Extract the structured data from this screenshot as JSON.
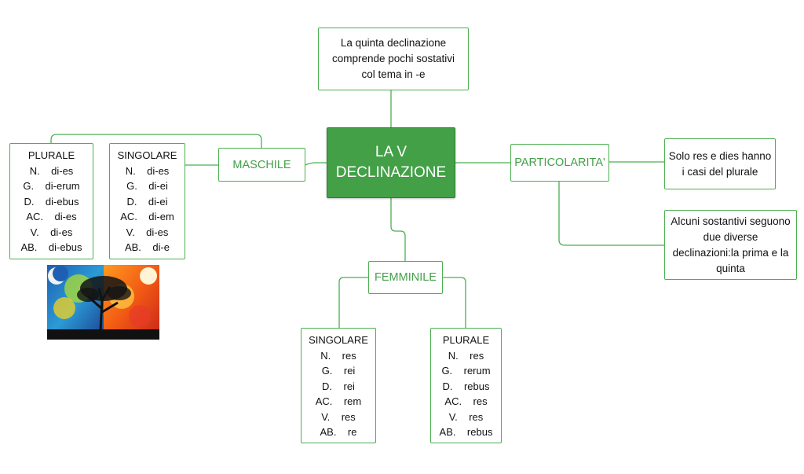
{
  "central": {
    "line1": "LA V",
    "line2": "DECLINAZIONE"
  },
  "top_note": {
    "line1": "La quinta declinazione",
    "line2": "comprende pochi sostativi",
    "line3": "col tema in -e"
  },
  "maschile": {
    "label": "MASCHILE",
    "singolare": {
      "title": "SINGOLARE",
      "rows": [
        "N.    di-es",
        "G.    di-ei",
        "D.    di-ei",
        "AC.    di-em",
        "V.    di-es",
        "AB.    di-e"
      ]
    },
    "plurale": {
      "title": "PLURALE",
      "rows": [
        "N.    di-es",
        "G.    di-erum",
        "D.    di-ebus",
        "AC.    di-es",
        "V.    di-es",
        "AB.    di-ebus"
      ]
    }
  },
  "femminile": {
    "label": "FEMMINILE",
    "singolare": {
      "title": "SINGOLARE",
      "rows": [
        "N.    res",
        "G.    rei",
        "D.    rei",
        "AC.    rem",
        "V.    res",
        "AB.    re"
      ]
    },
    "plurale": {
      "title": "PLURALE",
      "rows": [
        "N.    res",
        "G.    rerum",
        "D.    rebus",
        "AC.    res",
        "V.    res",
        "AB.    rebus"
      ]
    }
  },
  "particolarita": {
    "label": "PARTICOLARITA'",
    "note1": {
      "line1": "Solo res e dies hanno",
      "line2": "i casi del plurale"
    },
    "note2": {
      "line1": "Alcuni sostantivi seguono",
      "line2": "due diverse",
      "line3": "declinazioni:la prima e la",
      "line4": "quinta"
    }
  },
  "colors": {
    "accent": "#43a047",
    "line": "#4caf50",
    "central_fill": "#43a047"
  }
}
